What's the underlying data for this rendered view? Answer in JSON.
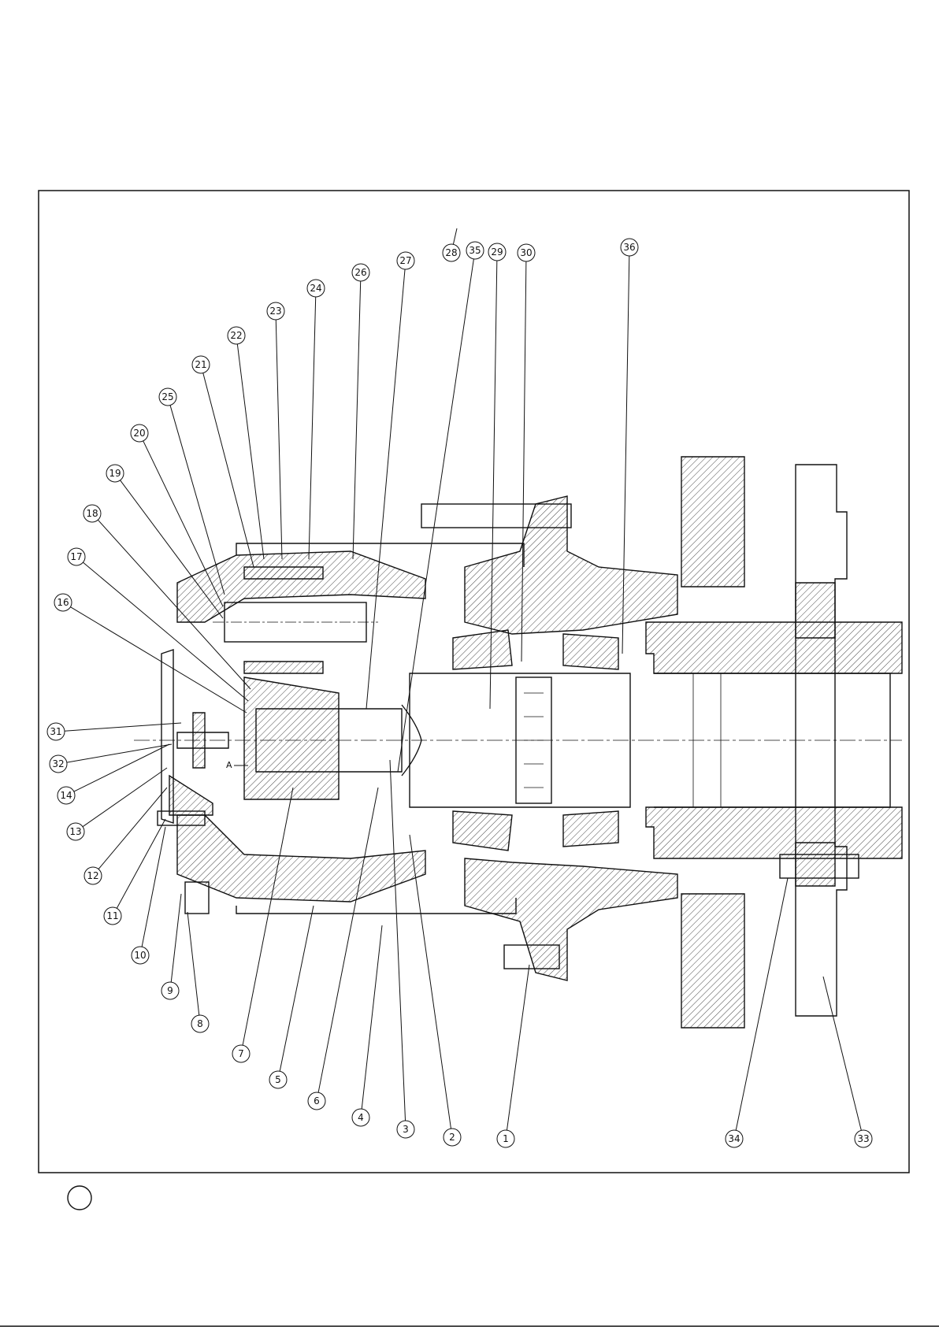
{
  "figure": {
    "section_mark": "A",
    "footer_circle_label": ""
  },
  "callouts": [
    {
      "label": "1"
    },
    {
      "label": "2"
    },
    {
      "label": "3"
    },
    {
      "label": "4"
    },
    {
      "label": "5"
    },
    {
      "label": "6"
    },
    {
      "label": "7"
    },
    {
      "label": "8"
    },
    {
      "label": "9"
    },
    {
      "label": "10"
    },
    {
      "label": "11"
    },
    {
      "label": "12"
    },
    {
      "label": "13"
    },
    {
      "label": "14"
    },
    {
      "label": "16"
    },
    {
      "label": "17"
    },
    {
      "label": "18"
    },
    {
      "label": "19"
    },
    {
      "label": "20"
    },
    {
      "label": "25"
    },
    {
      "label": "21"
    },
    {
      "label": "22"
    },
    {
      "label": "23"
    },
    {
      "label": "24"
    },
    {
      "label": "26"
    },
    {
      "label": "27"
    },
    {
      "label": "28"
    },
    {
      "label": "35"
    },
    {
      "label": "29"
    },
    {
      "label": "30"
    },
    {
      "label": "36"
    },
    {
      "label": "31"
    },
    {
      "label": "32"
    },
    {
      "label": "34"
    },
    {
      "label": "33"
    }
  ]
}
